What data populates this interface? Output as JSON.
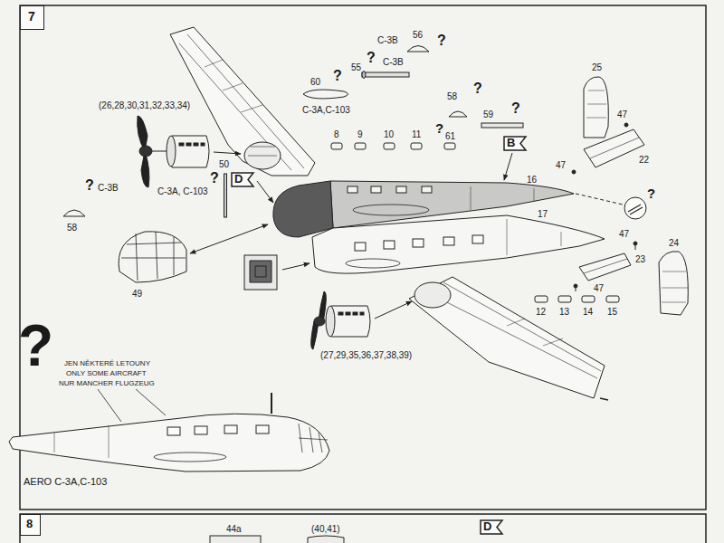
{
  "diagram": {
    "nodes": [
      {
        "text": [
          "7"
        ]
      },
      {
        "text": [
          "B"
        ]
      },
      {
        "text": [
          "D"
        ]
      },
      {
        "text": [
          "8"
        ]
      },
      {
        "text": [
          "D"
        ]
      }
    ],
    "labels": [
      "C-3B",
      "56",
      "?",
      "?",
      "55",
      "C-3B",
      "?",
      "60",
      "C-3A,C-103",
      "(26,28,30,31,32,33,34)",
      "58",
      "?",
      "59",
      "?",
      "8",
      "9",
      "10",
      "11",
      "?",
      "61",
      "25",
      "47",
      "22",
      "47",
      "16",
      "?",
      "50",
      "?",
      "C-3A, C-103",
      "?",
      "C-3B",
      "58",
      "17",
      "47",
      "24",
      "23",
      "49",
      "47",
      "12",
      "13",
      "14",
      "15",
      "(27,29,35,36,37,38,39)",
      "?",
      "JEN NĚKTERÉ LETOUNY",
      "ONLY SOME AIRCRAFT",
      "NUR MANCHER FLUGZEUG",
      "AERO C-3A,C-103",
      "44a",
      "(40,41)"
    ]
  }
}
